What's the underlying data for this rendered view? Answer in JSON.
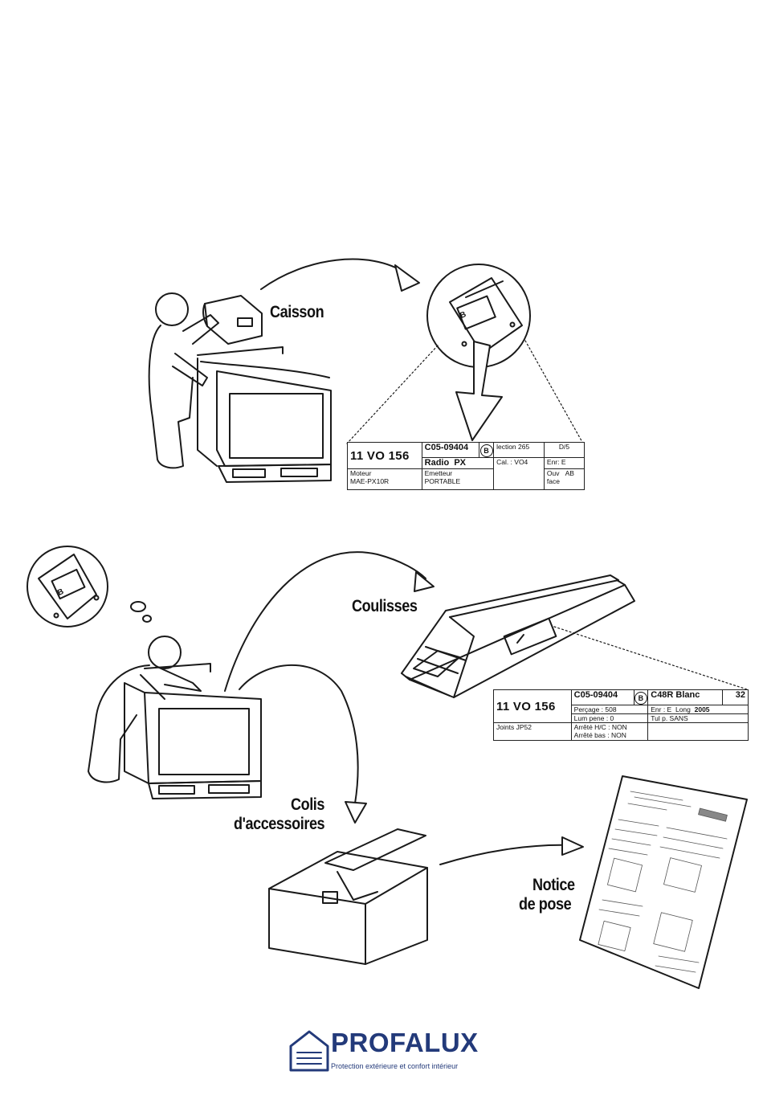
{
  "labels": {
    "caisson": "Caisson",
    "coulisses": "Coulisses",
    "colis": "Colis d'accessoires",
    "colis_line1": "Colis",
    "colis_line2": "d'accessoires",
    "notice_line1": "Notice",
    "notice_line2": "de pose"
  },
  "caisson_tag": {
    "ref": "11 VO 156",
    "code": "C05-09404",
    "badge": "B",
    "r1c4": "lection 265",
    "r1c5": "D/5",
    "radio": "Radio",
    "px": "PX",
    "cal": "Cal. : VO4",
    "enr": "Enr: E",
    "moteur": "Moteur",
    "moteur_ref": "MAE-PX10R",
    "emetteur": "Emetteur",
    "emetteur_val": "PORTABLE",
    "ouv": "Ouv",
    "ab": "AB",
    "face": "face"
  },
  "coulisses_tag": {
    "ref": "11 VO 156",
    "code": "C05-09404",
    "badge": "B",
    "color": "C48R Blanc",
    "num": "32",
    "percage": "Perçage : 508",
    "enr": "Enr : E",
    "long": "Long",
    "long_val": "2005",
    "lum": "Lum pene : 0",
    "tulip": "Tul p. SANS",
    "joints": "Joints JP52",
    "arrete_hc": "Arrêté H/C : NON",
    "arrete_bas": "Arrêté bas : NON"
  },
  "callout_badge": "B",
  "logo": {
    "name": "PROFALUX",
    "tagline": "Protection extérieure et confort intérieur",
    "color": "#233a7a"
  }
}
